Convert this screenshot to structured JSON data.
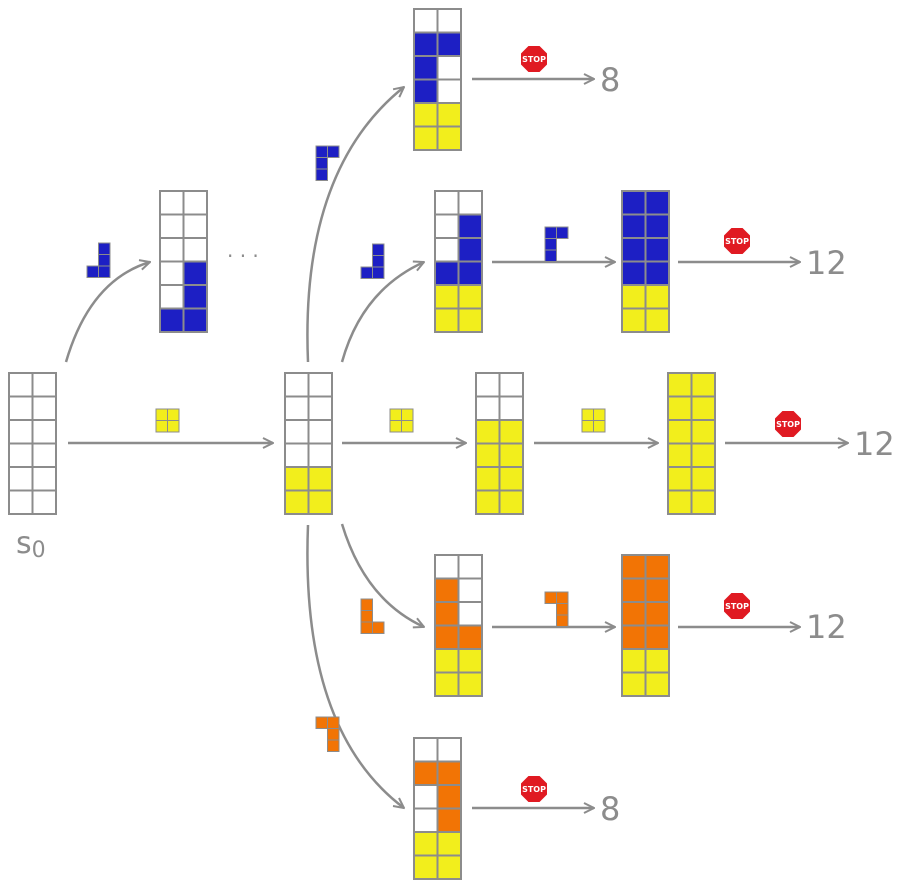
{
  "colors": {
    "arrow": "#8c8c8c",
    "cell_border": "#8c8c8c",
    "empty": "#ffffff",
    "yellow": "#f2ee1c",
    "blue": "#1d1fc4",
    "orange": "#f27405",
    "stop_red": "#e01a22"
  },
  "labels": {
    "start_state_base": "s",
    "start_state_sub": "0",
    "ellipsis": "· · ·",
    "stop_text": "STOP",
    "outcomes": [
      "8",
      "12",
      "12",
      "12",
      "8"
    ]
  },
  "boards": [
    {
      "id": "s0",
      "rows": [
        "..",
        "..",
        "..",
        "..",
        "..",
        ".."
      ]
    },
    {
      "id": "b1",
      "rows": [
        "..",
        "..",
        "..",
        ".B",
        ".B",
        "BB"
      ]
    },
    {
      "id": "s1",
      "rows": [
        "..",
        "..",
        "..",
        "..",
        "YY",
        "YY"
      ]
    },
    {
      "id": "top1",
      "rows": [
        "..",
        "BB",
        "B.",
        "B.",
        "YY",
        "YY"
      ]
    },
    {
      "id": "mb1",
      "rows": [
        "..",
        ".B",
        ".B",
        "BB",
        "YY",
        "YY"
      ]
    },
    {
      "id": "mb2",
      "rows": [
        "BB",
        "BB",
        "BB",
        "BB",
        "YY",
        "YY"
      ]
    },
    {
      "id": "my1",
      "rows": [
        "..",
        "..",
        "YY",
        "YY",
        "YY",
        "YY"
      ]
    },
    {
      "id": "my2",
      "rows": [
        "YY",
        "YY",
        "YY",
        "YY",
        "YY",
        "YY"
      ]
    },
    {
      "id": "mo1",
      "rows": [
        "..",
        "O.",
        "O.",
        "OO",
        "YY",
        "YY"
      ]
    },
    {
      "id": "mo2",
      "rows": [
        "OO",
        "OO",
        "OO",
        "OO",
        "YY",
        "YY"
      ]
    },
    {
      "id": "bot1",
      "rows": [
        "..",
        "OO",
        ".O",
        ".O",
        "YY",
        "YY"
      ]
    }
  ],
  "pieces": [
    {
      "id": "p-j-blue-1",
      "color": "blue",
      "rows": [
        ".B",
        ".B",
        "BB"
      ]
    },
    {
      "id": "p-o-yellow-1",
      "color": "yellow",
      "rows": [
        "YY",
        "YY"
      ]
    },
    {
      "id": "p-l-blue-top",
      "color": "blue",
      "rows": [
        "BB",
        "B.",
        "B."
      ]
    },
    {
      "id": "p-j-blue-2",
      "color": "blue",
      "rows": [
        ".B",
        ".B",
        "BB"
      ]
    },
    {
      "id": "p-l-blue-2",
      "color": "blue",
      "rows": [
        "BB",
        "B.",
        "B."
      ]
    },
    {
      "id": "p-o-yellow-2",
      "color": "yellow",
      "rows": [
        "YY",
        "YY"
      ]
    },
    {
      "id": "p-o-yellow-3",
      "color": "yellow",
      "rows": [
        "YY",
        "YY"
      ]
    },
    {
      "id": "p-l-orange-1",
      "color": "orange",
      "rows": [
        "O.",
        "O.",
        "OO"
      ]
    },
    {
      "id": "p-j-orange-2",
      "color": "orange",
      "rows": [
        "OO",
        ".O",
        ".O"
      ]
    },
    {
      "id": "p-j-orange-bot",
      "color": "orange",
      "rows": [
        "OO",
        ".O",
        ".O"
      ]
    }
  ]
}
